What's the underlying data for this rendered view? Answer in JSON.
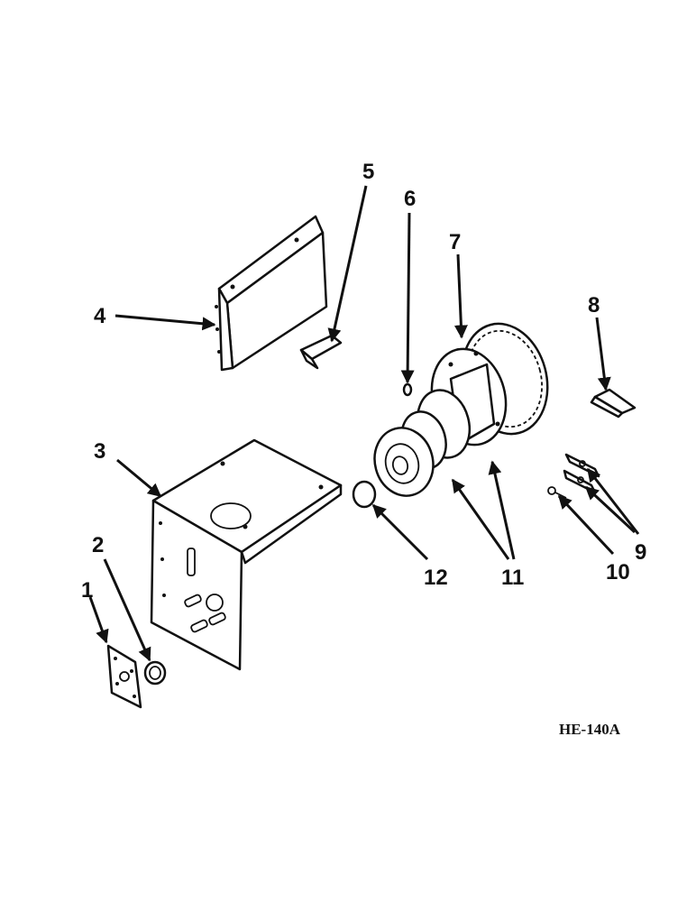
{
  "figure_id": "HE-140A",
  "callouts": [
    "1",
    "2",
    "3",
    "4",
    "5",
    "6",
    "7",
    "8",
    "9",
    "10",
    "11",
    "12"
  ]
}
